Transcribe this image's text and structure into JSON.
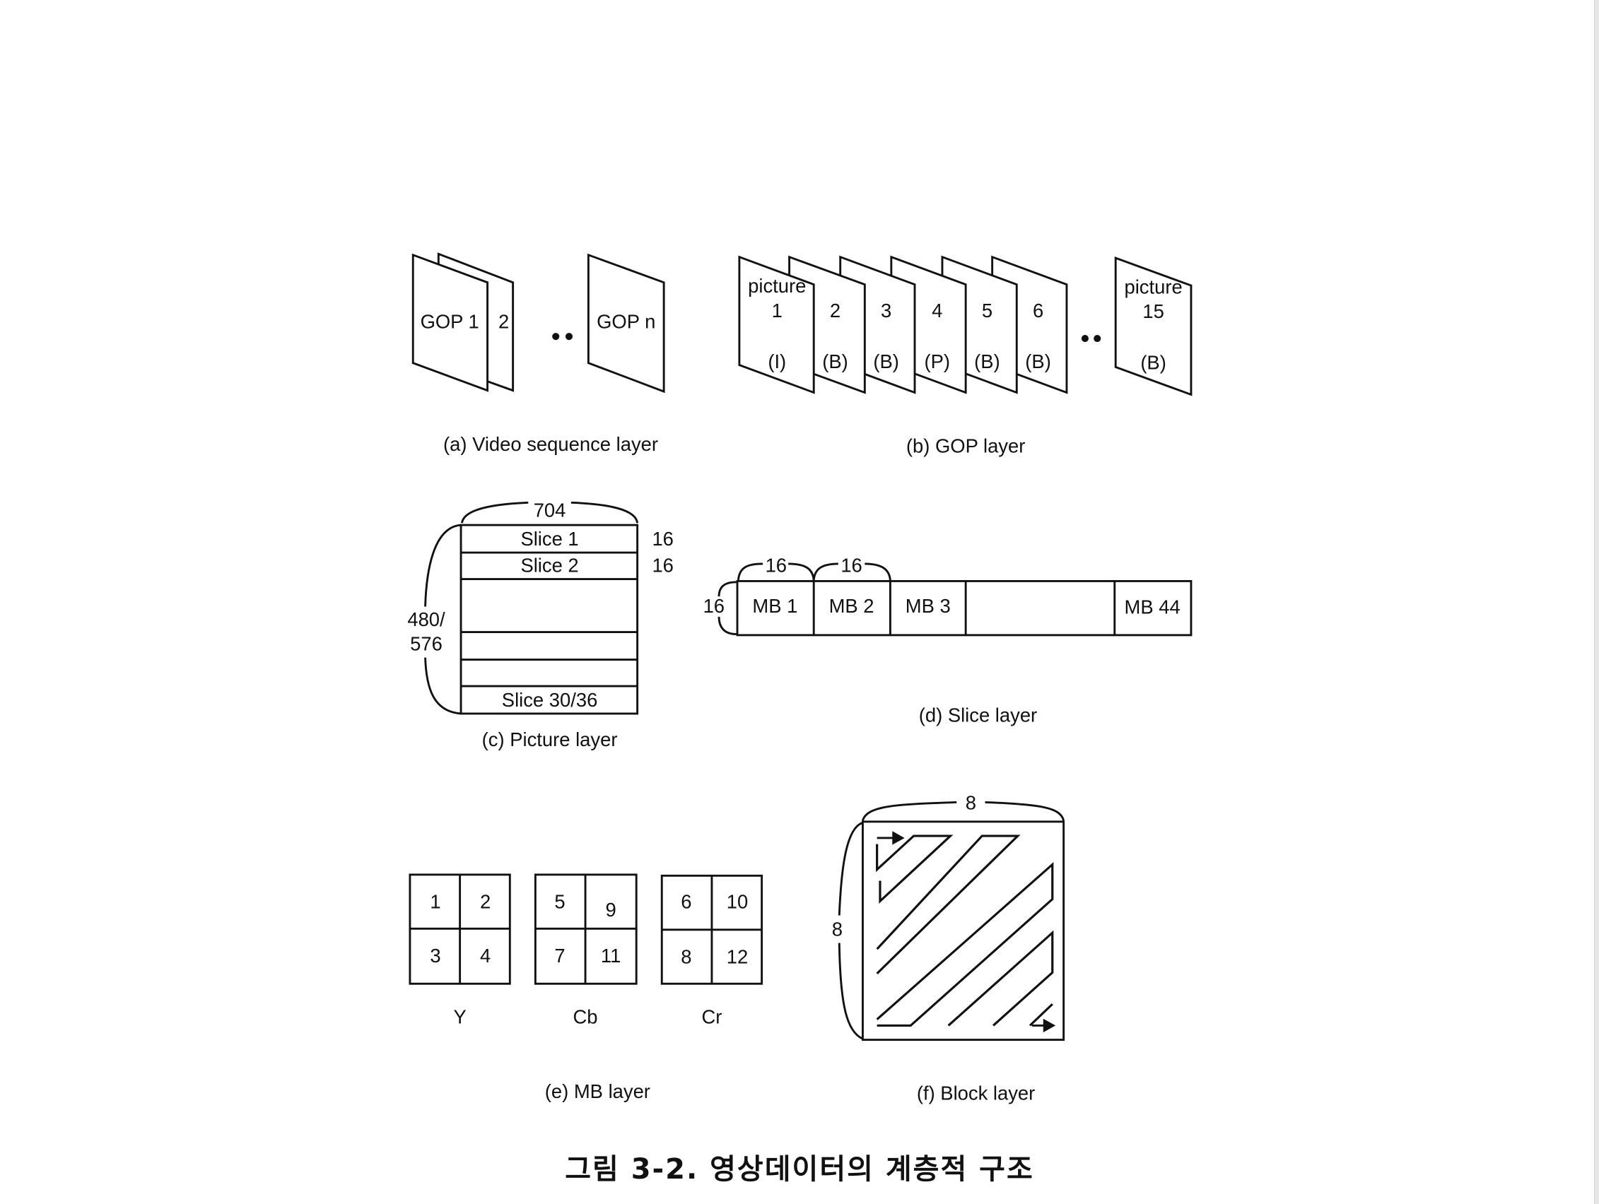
{
  "figure": {
    "caption": "그림 3-2. 영상데이터의 계층적 구조",
    "panels": {
      "a": {
        "label": "(a) Video sequence layer",
        "sheets": [
          "GOP 1",
          "2",
          "GOP n"
        ],
        "ellipsis": "••"
      },
      "b": {
        "label": "(b) GOP layer",
        "pictures": [
          {
            "top": "picture",
            "num": "1",
            "type": "(I)"
          },
          {
            "top": "",
            "num": "2",
            "type": "(B)"
          },
          {
            "top": "",
            "num": "3",
            "type": "(B)"
          },
          {
            "top": "",
            "num": "4",
            "type": "(P)"
          },
          {
            "top": "",
            "num": "5",
            "type": "(B)"
          },
          {
            "top": "",
            "num": "6",
            "type": "(B)"
          },
          {
            "top": "picture",
            "num": "15",
            "type": "(B)"
          }
        ],
        "ellipsis": "••"
      },
      "c": {
        "label": "(c) Picture layer",
        "width_label": "704",
        "height_label_1": "480/",
        "height_label_2": "576",
        "slices": [
          "Slice 1",
          "Slice 2",
          "",
          "",
          "",
          "Slice 30/36"
        ],
        "slice_heights": [
          "16",
          "16"
        ]
      },
      "d": {
        "label": "(d) Slice layer",
        "height_label": "16",
        "width_labels": [
          "16",
          "16"
        ],
        "macroblocks": [
          "MB 1",
          "MB 2",
          "MB 3",
          "",
          "MB 44"
        ]
      },
      "e": {
        "label": "(e) MB layer",
        "groups": [
          {
            "name": "Y",
            "cells": [
              "1",
              "2",
              "3",
              "4"
            ]
          },
          {
            "name": "Cb",
            "cells": [
              "5",
              "9",
              "7",
              "11"
            ]
          },
          {
            "name": "Cr",
            "cells": [
              "6",
              "10",
              "8",
              "12"
            ]
          }
        ]
      },
      "f": {
        "label": "(f) Block layer",
        "width_label": "8",
        "height_label": "8"
      }
    }
  }
}
